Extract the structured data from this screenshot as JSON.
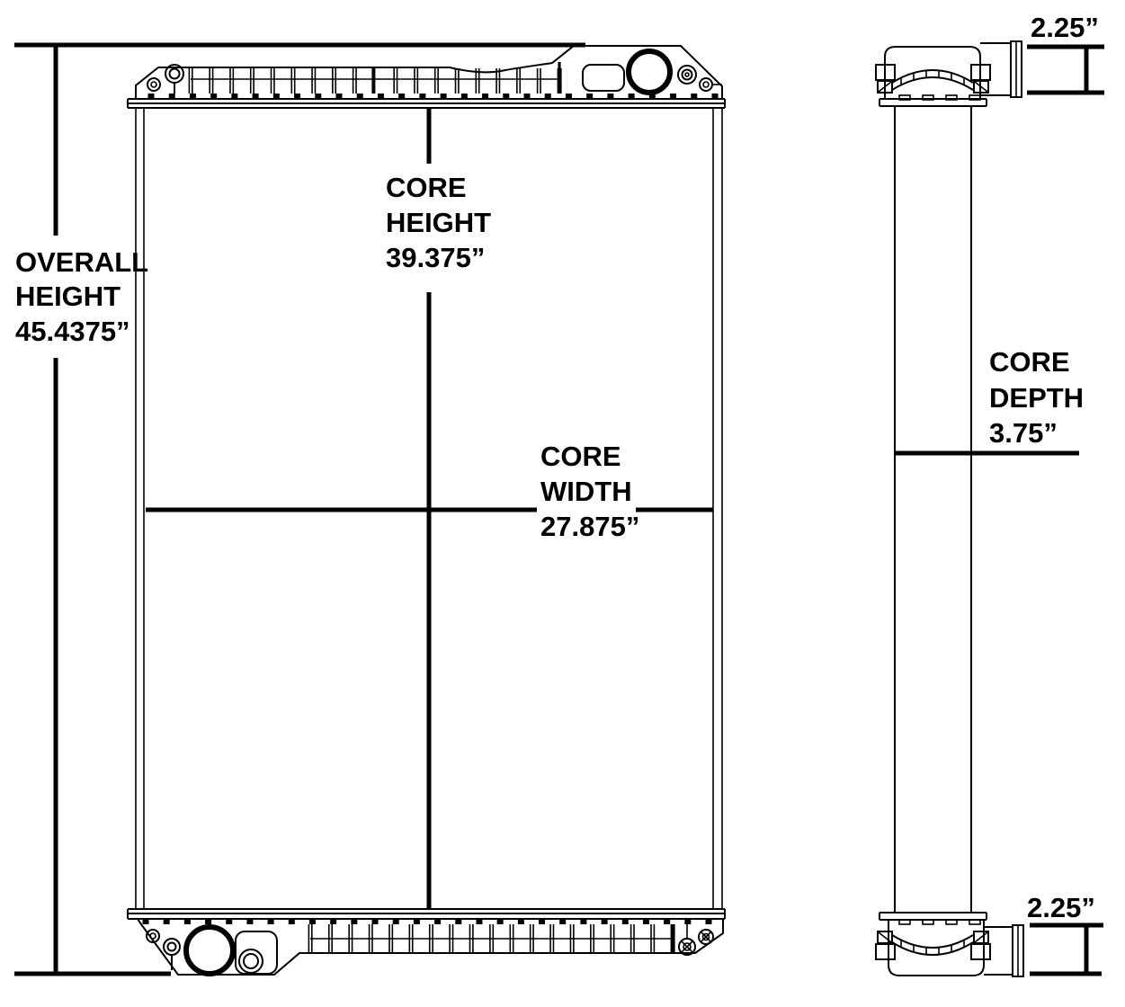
{
  "diagram": {
    "background_color": "#ffffff",
    "line_color": "#000000",
    "text_color": "#000000",
    "views": [
      "front-view",
      "side-view"
    ]
  },
  "dimensions": {
    "overall_height": {
      "label_lines": [
        "OVERALL",
        "HEIGHT",
        "45.4375”"
      ],
      "value_inches": 45.4375
    },
    "core_height": {
      "label_lines": [
        "CORE",
        "HEIGHT",
        "39.375”"
      ],
      "value_inches": 39.375
    },
    "core_width": {
      "label_lines": [
        "CORE",
        "WIDTH",
        "27.875”"
      ],
      "value_inches": 27.875
    },
    "core_depth": {
      "label_lines": [
        "CORE",
        "DEPTH",
        "3.75”"
      ],
      "value_inches": 3.75
    },
    "top_tank_depth": {
      "label": "2.25”",
      "value_inches": 2.25
    },
    "bottom_tank_depth": {
      "label": "2.25”",
      "value_inches": 2.25
    }
  }
}
